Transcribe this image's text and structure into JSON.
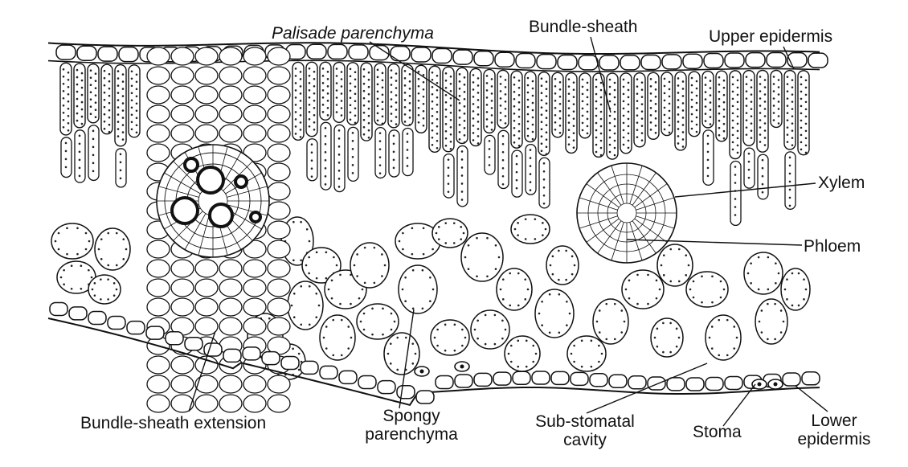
{
  "labels": {
    "palisade": "Palisade parenchyma",
    "bundle_sheath": "Bundle-sheath",
    "upper_epidermis": "Upper epidermis",
    "xylem": "Xylem",
    "phloem": "Phloem",
    "bundle_sheath_extension": "Bundle-sheath extension",
    "spongy_line1": "Spongy",
    "spongy_line2": "parenchyma",
    "substomatal_line1": "Sub-stomatal",
    "substomatal_line2": "cavity",
    "stoma": "Stoma",
    "lower_line1": "Lower",
    "lower_line2": "epidermis"
  },
  "colors": {
    "ink": "#111111",
    "background": "#ffffff",
    "chloroplast": "#222222"
  }
}
